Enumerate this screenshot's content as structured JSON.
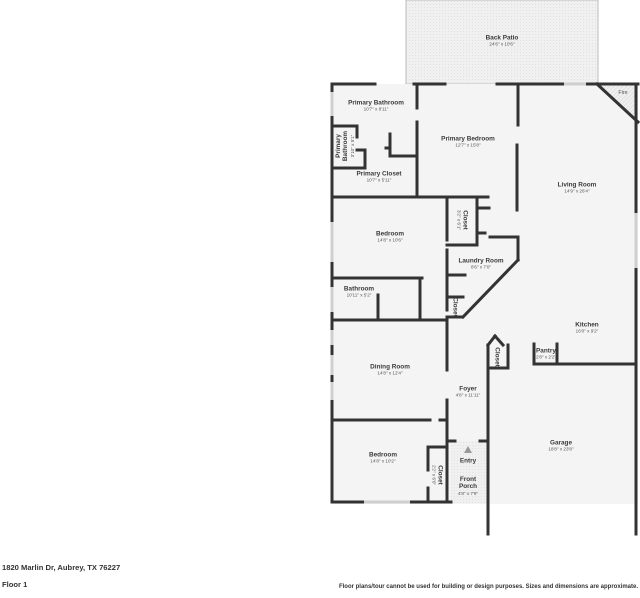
{
  "footer": {
    "address": "1820 Marlin Dr, Aubrey, TX 76227",
    "floor": "Floor 1",
    "disclaimer": "Floor plans/tour cannot be used for building or design purposes. Sizes and dimensions are approximate."
  },
  "rooms": {
    "back_patio": {
      "name": "Back Patio",
      "dims": "24'6\" x 10'6\""
    },
    "fire": {
      "name": "Fire"
    },
    "primary_bathroom": {
      "name": "Primary Bathroom",
      "dims": "10'7\" x 8'11\""
    },
    "primary_bathroom_small": {
      "name": "Primary Bathroom",
      "dims": "3'10\" x 5'1\""
    },
    "primary_closet": {
      "name": "Primary Closet",
      "dims": "10'7\" x 5'11\""
    },
    "primary_bedroom": {
      "name": "Primary Bedroom",
      "dims": "12'7\" x 15'8\""
    },
    "living_room": {
      "name": "Living Room",
      "dims": "14'9\" x 26'4\""
    },
    "closet_hall": {
      "name": "Closet",
      "dims": "3'2\" x 6'1\""
    },
    "bedroom_2": {
      "name": "Bedroom",
      "dims": "14'8\" x 10'6\""
    },
    "laundry_room": {
      "name": "Laundry Room",
      "dims": "8'6\" x 7'0\""
    },
    "bathroom": {
      "name": "Bathroom",
      "dims": "10'11\" x 5'2\""
    },
    "closet_small": {
      "name": "Closet"
    },
    "kitchen": {
      "name": "Kitchen",
      "dims": "16'0\" x 9'2\""
    },
    "closet_foyer": {
      "name": "Closet"
    },
    "pantry": {
      "name": "Pantry",
      "dims": "2'8\" x 2'2\""
    },
    "dining_room": {
      "name": "Dining Room",
      "dims": "14'8\" x 12'4\""
    },
    "foyer": {
      "name": "Foyer",
      "dims": "4'8\" x 11'11\""
    },
    "garage": {
      "name": "Garage",
      "dims": "18'8\" x 23'8\""
    },
    "bedroom_3": {
      "name": "Bedroom",
      "dims": "14'8\" x 10'2\""
    },
    "closet_bedroom3": {
      "name": "Closet",
      "dims": "2'2\" x 6'0\""
    },
    "entry": {
      "name": "Entry"
    },
    "front_porch": {
      "name": "Front Porch",
      "dims": "4'8\" x 7'9\""
    }
  },
  "colors": {
    "wall": "#333333",
    "floor": "#f4f4f4",
    "patio": "#eeeeee",
    "window": "#d8d8d8"
  }
}
